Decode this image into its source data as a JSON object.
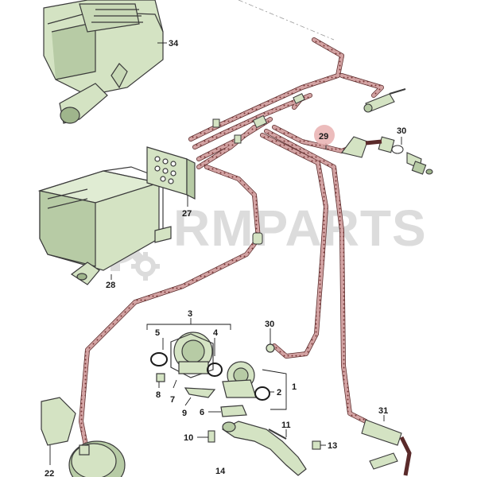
{
  "watermark": {
    "text": "RMPARTS"
  },
  "callouts": [
    {
      "id": "c34",
      "label": "34"
    },
    {
      "id": "c29",
      "label": "29"
    },
    {
      "id": "c30a",
      "label": "30"
    },
    {
      "id": "c27",
      "label": "27"
    },
    {
      "id": "c28",
      "label": "28"
    },
    {
      "id": "c3",
      "label": "3"
    },
    {
      "id": "c5",
      "label": "5"
    },
    {
      "id": "c4",
      "label": "4"
    },
    {
      "id": "c30b",
      "label": "30"
    },
    {
      "id": "c2",
      "label": "2"
    },
    {
      "id": "c1",
      "label": "1"
    },
    {
      "id": "c8",
      "label": "8"
    },
    {
      "id": "c7",
      "label": "7"
    },
    {
      "id": "c9",
      "label": "9"
    },
    {
      "id": "c6",
      "label": "6"
    },
    {
      "id": "c11",
      "label": "11"
    },
    {
      "id": "c31",
      "label": "31"
    },
    {
      "id": "c10",
      "label": "10"
    },
    {
      "id": "c13",
      "label": "13"
    },
    {
      "id": "c22",
      "label": "22"
    },
    {
      "id": "c14",
      "label": "14"
    }
  ],
  "colors": {
    "part_fill": "#d4e3c3",
    "part_shade": "#b7cba5",
    "part_stroke": "#3a3a3a",
    "hose": "#c99595",
    "hose_dots": "#7a3a3a",
    "highlight": "#e9b0b0",
    "watermark": "#d9d9d9"
  }
}
